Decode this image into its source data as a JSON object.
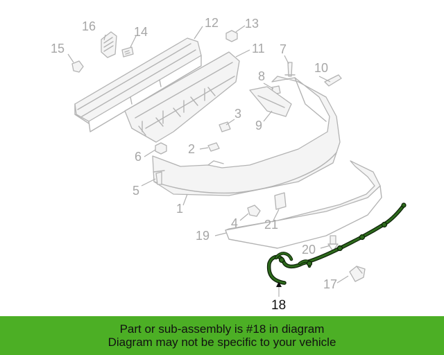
{
  "diagram": {
    "callouts": [
      "1",
      "2",
      "3",
      "4",
      "5",
      "6",
      "7",
      "8",
      "9",
      "10",
      "11",
      "12",
      "13",
      "14",
      "15",
      "16",
      "17",
      "19",
      "20",
      "21"
    ],
    "highlighted_callout": "18"
  },
  "banner": {
    "line1": "Part or sub-assembly is #18 in diagram",
    "line2": "Diagram may not be specific to your vehicle"
  },
  "colors": {
    "banner_background": "#4caf25",
    "highlight_part": "#2e6b1c",
    "highlight_outline": "#0d2308",
    "diagram_line": "#b3b3b3",
    "callout_text": "#a6a6a6"
  }
}
